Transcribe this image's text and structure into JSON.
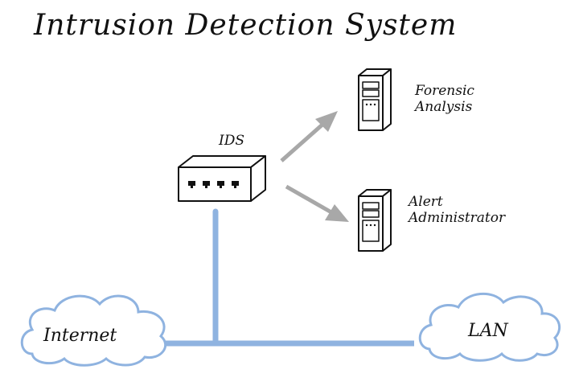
{
  "title": "Intrusion Detection System",
  "ids_label": "IDS",
  "forensic": {
    "line1": "Forensic",
    "line2": "Analysis"
  },
  "alert": {
    "line1": "Alert",
    "line2": "Administrator"
  },
  "internet_label": "Internet",
  "lan_label": "LAN",
  "colors": {
    "network_line": "#8fb3e0",
    "cloud_outline": "#8fb3e0",
    "arrow": "#a8a8a8",
    "stroke": "#111111"
  },
  "icons": [
    "ids-device-icon",
    "server-icon",
    "server-icon",
    "cloud-icon",
    "cloud-icon",
    "arrow-icon",
    "arrow-icon"
  ]
}
